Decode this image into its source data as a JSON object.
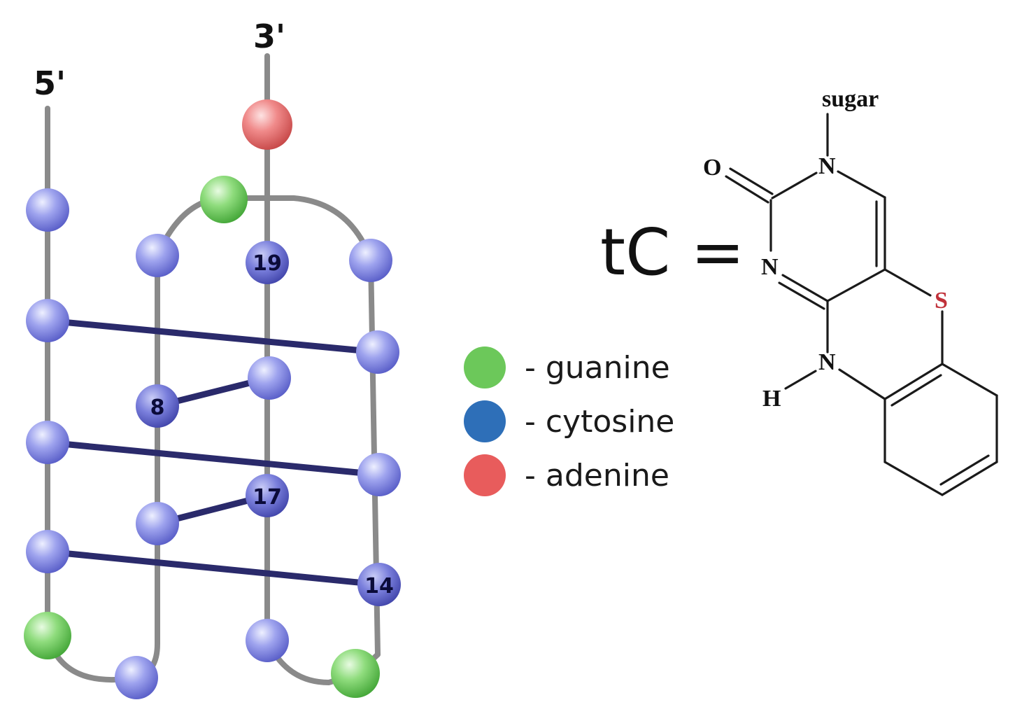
{
  "diagram": {
    "strand_labels": {
      "five_prime": "5'",
      "three_prime": "3'"
    },
    "node_numbers": {
      "n8": "8",
      "n14": "14",
      "n17": "17",
      "n19": "19"
    },
    "colors": {
      "guanine": "#6cc85a",
      "cytosine": "#2e6fb8",
      "adenine": "#e85c5c",
      "node_default": "#8f94e8",
      "backbone": "#8a8a8a",
      "pair_line": "#2a2a6b"
    }
  },
  "legend": {
    "items": [
      {
        "key": "guanine",
        "label": "- guanine",
        "color": "#6cc85a"
      },
      {
        "key": "cytosine",
        "label": "- cytosine",
        "color": "#2e6fb8"
      },
      {
        "key": "adenine",
        "label": "- adenine",
        "color": "#e85c5c"
      }
    ]
  },
  "structure": {
    "title": "tC =",
    "atoms": {
      "sugar": "sugar",
      "o": "O",
      "n_top": "N",
      "n_left": "N",
      "s": "S",
      "n_bottom": "N",
      "h": "H"
    }
  }
}
